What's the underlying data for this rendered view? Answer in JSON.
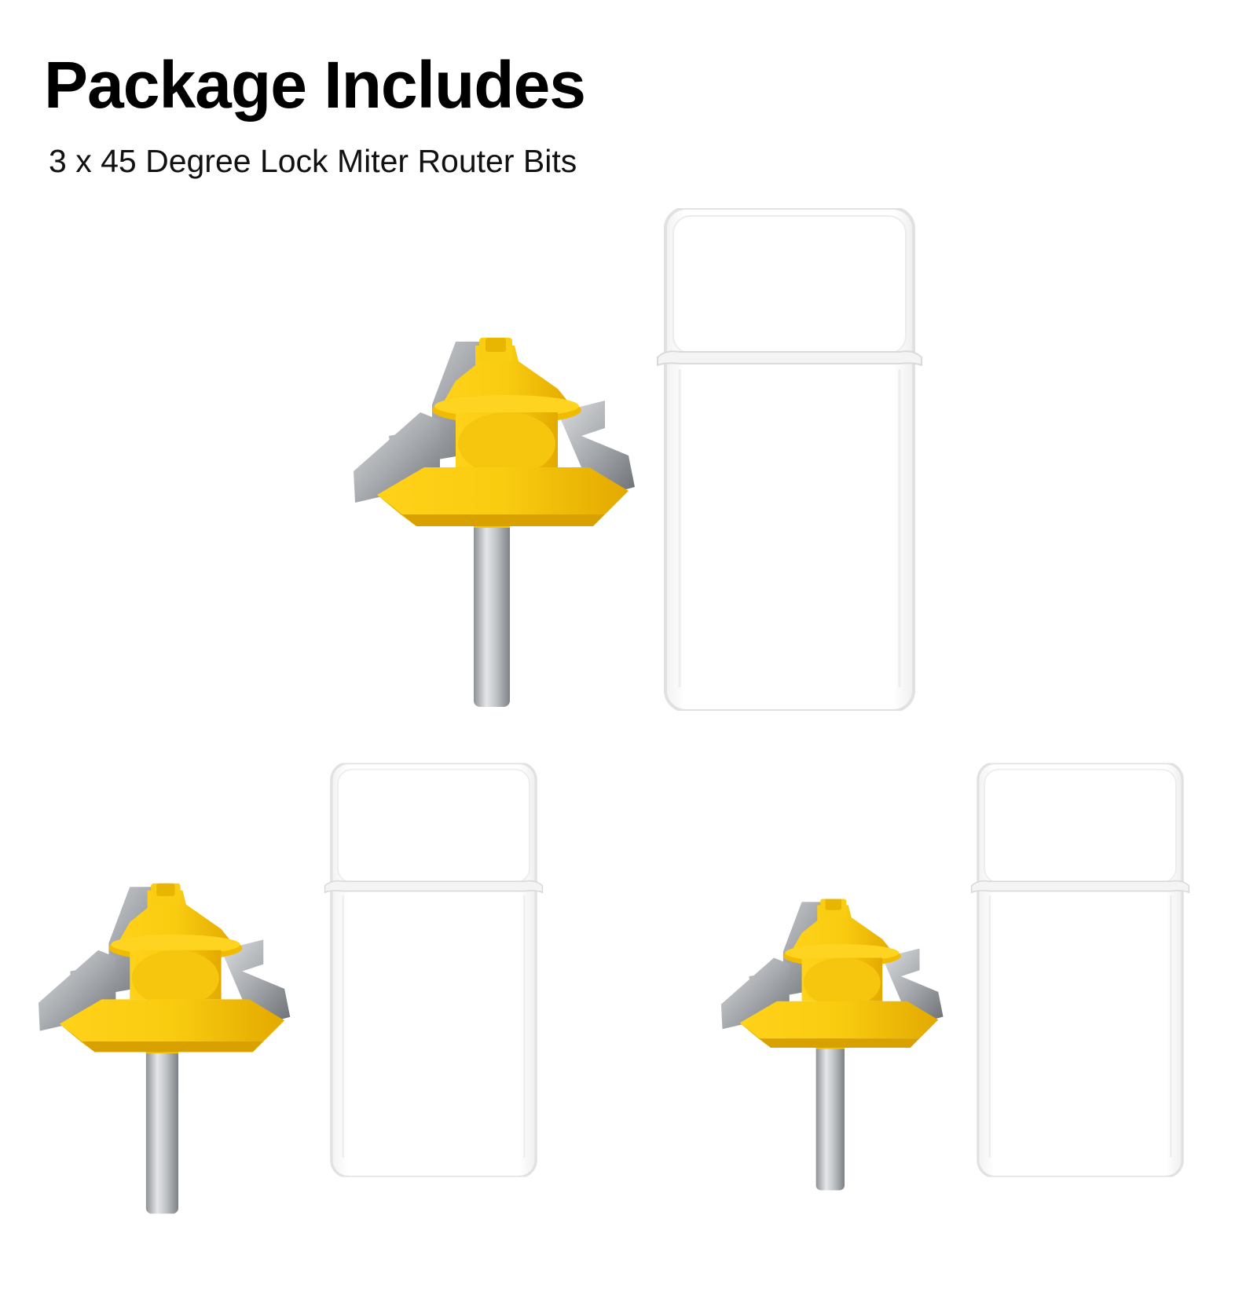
{
  "header": {
    "title": "Package Includes",
    "subtitle": "3 x 45 Degree Lock Miter Router Bits"
  },
  "items": [
    {
      "name": "router-bit-with-case-1",
      "icon": "router-bit-icon",
      "case_icon": "storage-case-icon"
    },
    {
      "name": "router-bit-with-case-2",
      "icon": "router-bit-icon",
      "case_icon": "storage-case-icon"
    },
    {
      "name": "router-bit-with-case-3",
      "icon": "router-bit-icon",
      "case_icon": "storage-case-icon"
    }
  ],
  "colors": {
    "body_yellow": "#f7c811",
    "body_shade": "#e0a800",
    "blade_gray": "#b9bcbf",
    "shank_gray": "#a9acaf",
    "case_white": "#fbfbfb",
    "case_outline": "#e3e3e3"
  }
}
